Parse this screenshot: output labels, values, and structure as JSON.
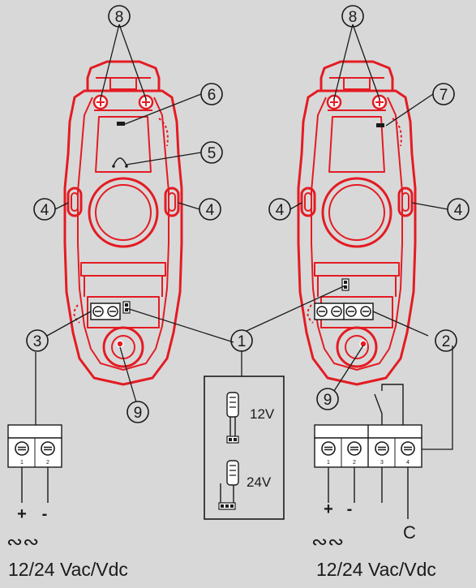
{
  "colors": {
    "background": "#d8d8d8",
    "device_outline": "#e41b23",
    "line": "#1a1a1a",
    "terminal_fill": "#ffffff"
  },
  "callouts": {
    "c1": "1",
    "c2": "2",
    "c3": "3",
    "c4": "4",
    "c5": "5",
    "c6": "6",
    "c7": "7",
    "c8": "8",
    "c9": "9"
  },
  "jumper_box": {
    "option_12v": "12V",
    "option_24v": "24V"
  },
  "left_block": {
    "pin1": "1",
    "pin2": "2",
    "plus": "+",
    "minus": "-",
    "ac_symbol": "∾∾",
    "supply": "12/24 Vac/Vdc"
  },
  "right_block": {
    "pin1": "1",
    "pin2": "2",
    "pin3": "3",
    "pin4": "4",
    "plus": "+",
    "minus": "-",
    "common": "C",
    "ac_symbol": "∾∾",
    "supply": "12/24 Vac/Vdc"
  }
}
